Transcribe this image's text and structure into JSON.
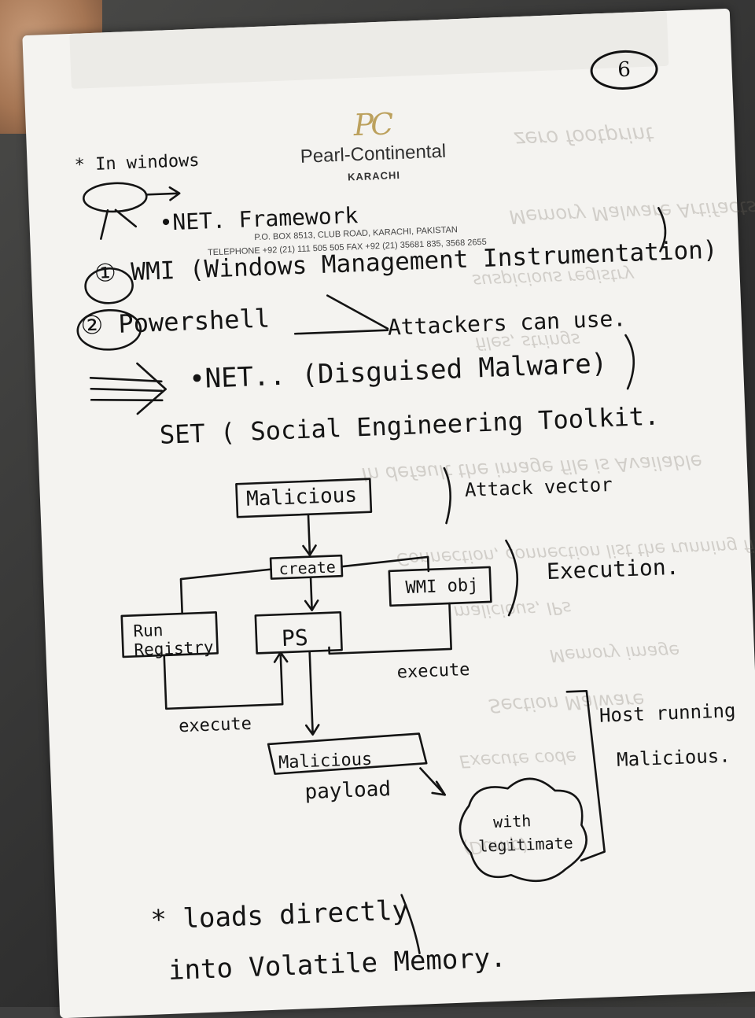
{
  "page_number": "6",
  "letterhead": {
    "monogram": "PC",
    "name": "Pearl-Continental",
    "city": "KARACHI",
    "address": "P.O. BOX 8513, CLUB ROAD, KARACHI, PAKISTAN",
    "telephone": "TELEPHONE +92 (21) 111 505 505 FAX +92 (21) 35681 835, 3568 2655"
  },
  "notes": {
    "in_windows": "* In windows",
    "net_framework": "•NET. Framework",
    "item1": "① WMI (Windows Management Instrumentation)",
    "item2": "② Powershell",
    "attackers": "Attackers can use.",
    "net_disguised": "•NET.. (Disguised Malware)",
    "set": "SET ( Social Engineering Toolkit.",
    "loads_directly": "* loads directly",
    "into_volatile": "into Volatile Memory."
  },
  "diagram": {
    "malicious": "Malicious",
    "attack_vector": "Attack vector",
    "create": "create",
    "wmi_obj": "WMI obj",
    "execution": "Execution.",
    "run_registry": "Run Registry",
    "ps": "PS",
    "execute_right": "execute",
    "execute_left": "execute",
    "malicious_payload_box": "Malicious",
    "payload": "payload",
    "host_running_1": "Host running",
    "host_running_2": "Malicious.",
    "cloud_1": "with",
    "cloud_2": "legitimate"
  },
  "bleed_through": {
    "line1": "zero footprint",
    "line2": "Memory Malware Artifacts",
    "line3": "suspicious registry",
    "line4": "files, strings",
    "line5": "In default the image file is Available",
    "line6": "Connection, connection list the running files",
    "line7": "malicious, IPs",
    "line8": "Memory image",
    "line9": "Section Malware",
    "line10": "Execute code",
    "line11": "(Dump)"
  }
}
